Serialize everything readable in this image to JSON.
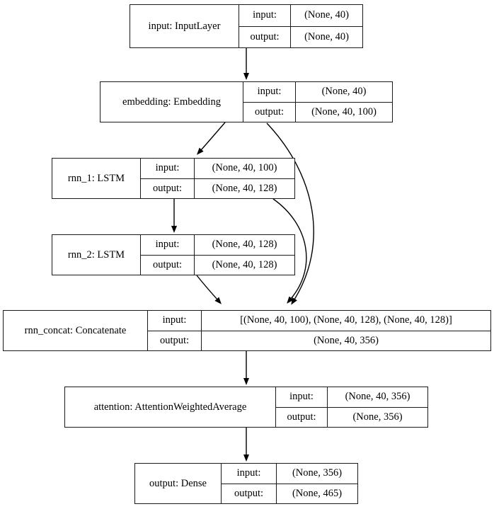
{
  "diagram": {
    "kind": "keras-model-plot",
    "background_color": "#ffffff",
    "border_color": "#1a1a1a",
    "text_color": "#000000"
  },
  "nodes": [
    {
      "id": "input",
      "label": "input: InputLayer",
      "input_label": "input:",
      "output_label": "output:",
      "input_shape": "(None, 40)",
      "output_shape": "(None, 40)"
    },
    {
      "id": "embedding",
      "label": "embedding: Embedding",
      "input_label": "input:",
      "output_label": "output:",
      "input_shape": "(None, 40)",
      "output_shape": "(None, 40, 100)"
    },
    {
      "id": "rnn_1",
      "label": "rnn_1: LSTM",
      "input_label": "input:",
      "output_label": "output:",
      "input_shape": "(None, 40, 100)",
      "output_shape": "(None, 40, 128)"
    },
    {
      "id": "rnn_2",
      "label": "rnn_2: LSTM",
      "input_label": "input:",
      "output_label": "output:",
      "input_shape": "(None, 40, 128)",
      "output_shape": "(None, 40, 128)"
    },
    {
      "id": "rnn_concat",
      "label": "rnn_concat: Concatenate",
      "input_label": "input:",
      "output_label": "output:",
      "input_shape": "[(None, 40, 100), (None, 40, 128), (None, 40, 128)]",
      "output_shape": "(None, 40, 356)"
    },
    {
      "id": "attention",
      "label": "attention: AttentionWeightedAverage",
      "input_label": "input:",
      "output_label": "output:",
      "input_shape": "(None, 40, 356)",
      "output_shape": "(None, 356)"
    },
    {
      "id": "output",
      "label": "output: Dense",
      "input_label": "input:",
      "output_label": "output:",
      "input_shape": "(None, 356)",
      "output_shape": "(None, 465)"
    }
  ],
  "edges": [
    {
      "from": "input",
      "to": "embedding"
    },
    {
      "from": "embedding",
      "to": "rnn_1"
    },
    {
      "from": "embedding",
      "to": "rnn_concat"
    },
    {
      "from": "rnn_1",
      "to": "rnn_2"
    },
    {
      "from": "rnn_1",
      "to": "rnn_concat"
    },
    {
      "from": "rnn_2",
      "to": "rnn_concat"
    },
    {
      "from": "rnn_concat",
      "to": "attention"
    },
    {
      "from": "attention",
      "to": "output"
    }
  ]
}
